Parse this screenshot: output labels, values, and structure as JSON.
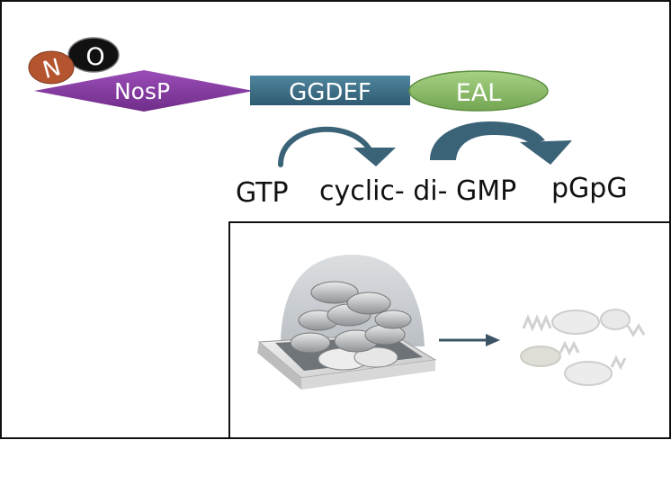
{
  "domains": {
    "no_n": "N",
    "no_o": "O",
    "nosp": "NosP",
    "ggdef": "GGDEF",
    "eal": "EAL"
  },
  "reaction": {
    "gtp": "GTP",
    "cyclic_di_gmp": "cyclic- di- GMP",
    "pgpg": "pGpG"
  },
  "colors": {
    "nosp": "#8b3fa6",
    "ggdef": "#3f6f86",
    "eal": "#8fc06d",
    "no_n": "#b4552f",
    "no_o": "#111111",
    "arrow": "#3b6378"
  }
}
